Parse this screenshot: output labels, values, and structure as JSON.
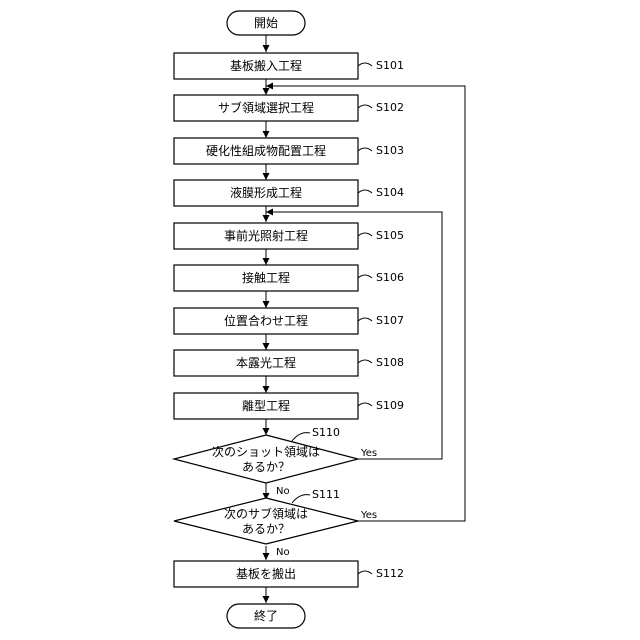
{
  "flowchart": {
    "start": {
      "label": "開始"
    },
    "end": {
      "label": "終了"
    },
    "steps": [
      {
        "id": "S101",
        "label": "基板搬入工程"
      },
      {
        "id": "S102",
        "label": "サブ領域選択工程"
      },
      {
        "id": "S103",
        "label": "硬化性組成物配置工程"
      },
      {
        "id": "S104",
        "label": "液膜形成工程"
      },
      {
        "id": "S105",
        "label": "事前光照射工程"
      },
      {
        "id": "S106",
        "label": "接触工程"
      },
      {
        "id": "S107",
        "label": "位置合わせ工程"
      },
      {
        "id": "S108",
        "label": "本露光工程"
      },
      {
        "id": "S109",
        "label": "離型工程"
      }
    ],
    "decisions": [
      {
        "id": "S110",
        "line1": "次のショット領域は",
        "line2": "あるか？",
        "yes": "Yes",
        "no": "No"
      },
      {
        "id": "S111",
        "line1": "次のサブ領域は",
        "line2": "あるか？",
        "yes": "Yes",
        "no": "No"
      }
    ],
    "final_step": {
      "id": "S112",
      "label": "基板を搬出"
    }
  }
}
